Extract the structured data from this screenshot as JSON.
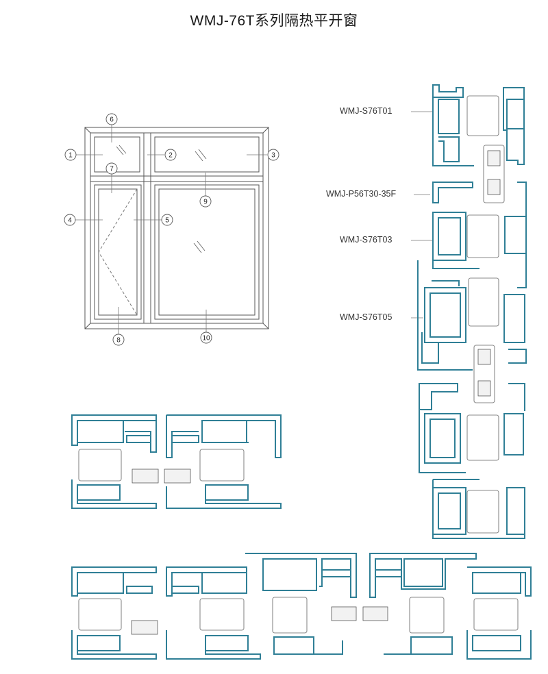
{
  "title": "WMJ-76T系列隔热平开窗",
  "callouts": [
    "1",
    "2",
    "3",
    "4",
    "5",
    "6",
    "7",
    "8",
    "9",
    "10"
  ],
  "profile_labels": [
    "WMJ-S76T01",
    "WMJ-P56T30-35F",
    "WMJ-S76T03",
    "WMJ-S76T05"
  ],
  "colors": {
    "profile_stroke": "#2f7f96",
    "strip_stroke": "#8a8a8a",
    "line": "#555555"
  }
}
